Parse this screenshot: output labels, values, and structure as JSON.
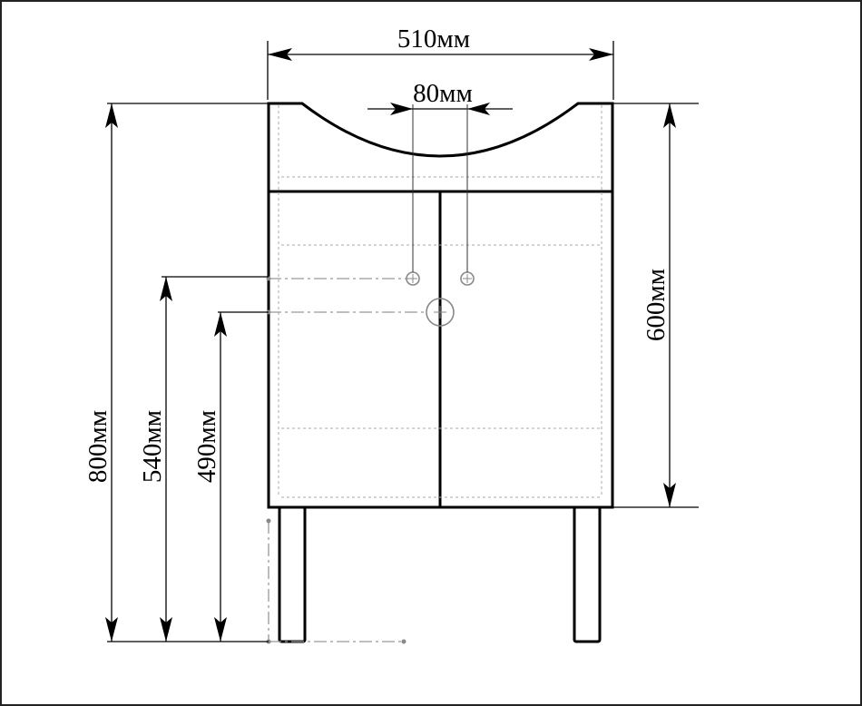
{
  "title": "Vanity cabinet dimensions drawing",
  "dimensions": {
    "width": "510мм",
    "tap_spacing": "80мм",
    "total_height": "800мм",
    "cabinet_height": "600мм",
    "inlet_height": "540мм",
    "drain_height": "490мм"
  }
}
